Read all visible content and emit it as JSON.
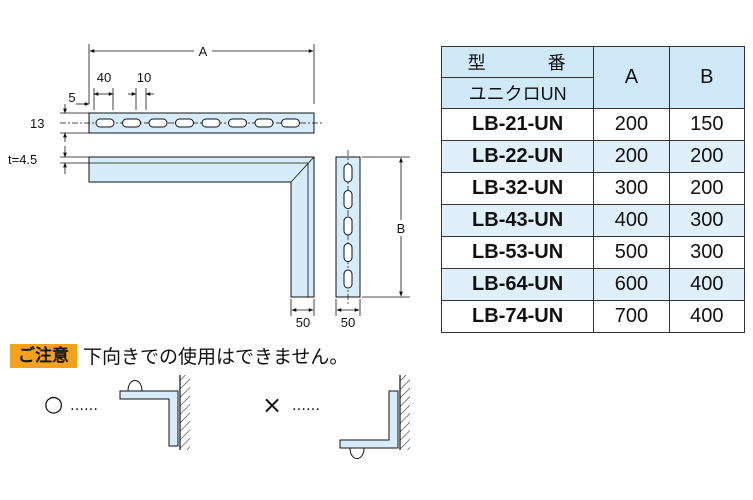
{
  "dimensions": {
    "A": "A",
    "B": "B",
    "hole_pitch": "40",
    "hole_length": "10",
    "edge_offset": "5",
    "width": "13",
    "thickness": "t=4.5",
    "flange_a": "50",
    "flange_b": "50"
  },
  "table": {
    "header_type": "型　番",
    "header_series": "ユニクロUN",
    "header_a": "A",
    "header_b": "B",
    "rows": [
      {
        "model": "LB-21-UN",
        "a": "200",
        "b": "150"
      },
      {
        "model": "LB-22-UN",
        "a": "200",
        "b": "200"
      },
      {
        "model": "LB-32-UN",
        "a": "300",
        "b": "200"
      },
      {
        "model": "LB-43-UN",
        "a": "400",
        "b": "300"
      },
      {
        "model": "LB-53-UN",
        "a": "500",
        "b": "300"
      },
      {
        "model": "LB-64-UN",
        "a": "600",
        "b": "400"
      },
      {
        "model": "LB-74-UN",
        "a": "700",
        "b": "400"
      }
    ]
  },
  "notice": {
    "badge": "ご注意",
    "text": "下向きでの使用はできません。"
  },
  "usage": {
    "ok_symbol": "○",
    "ng_symbol": "×",
    "leader": "……"
  },
  "colors": {
    "part_fill": "#d6ecfa",
    "table_header": "#cfe9f8",
    "badge": "#f5a21b"
  }
}
